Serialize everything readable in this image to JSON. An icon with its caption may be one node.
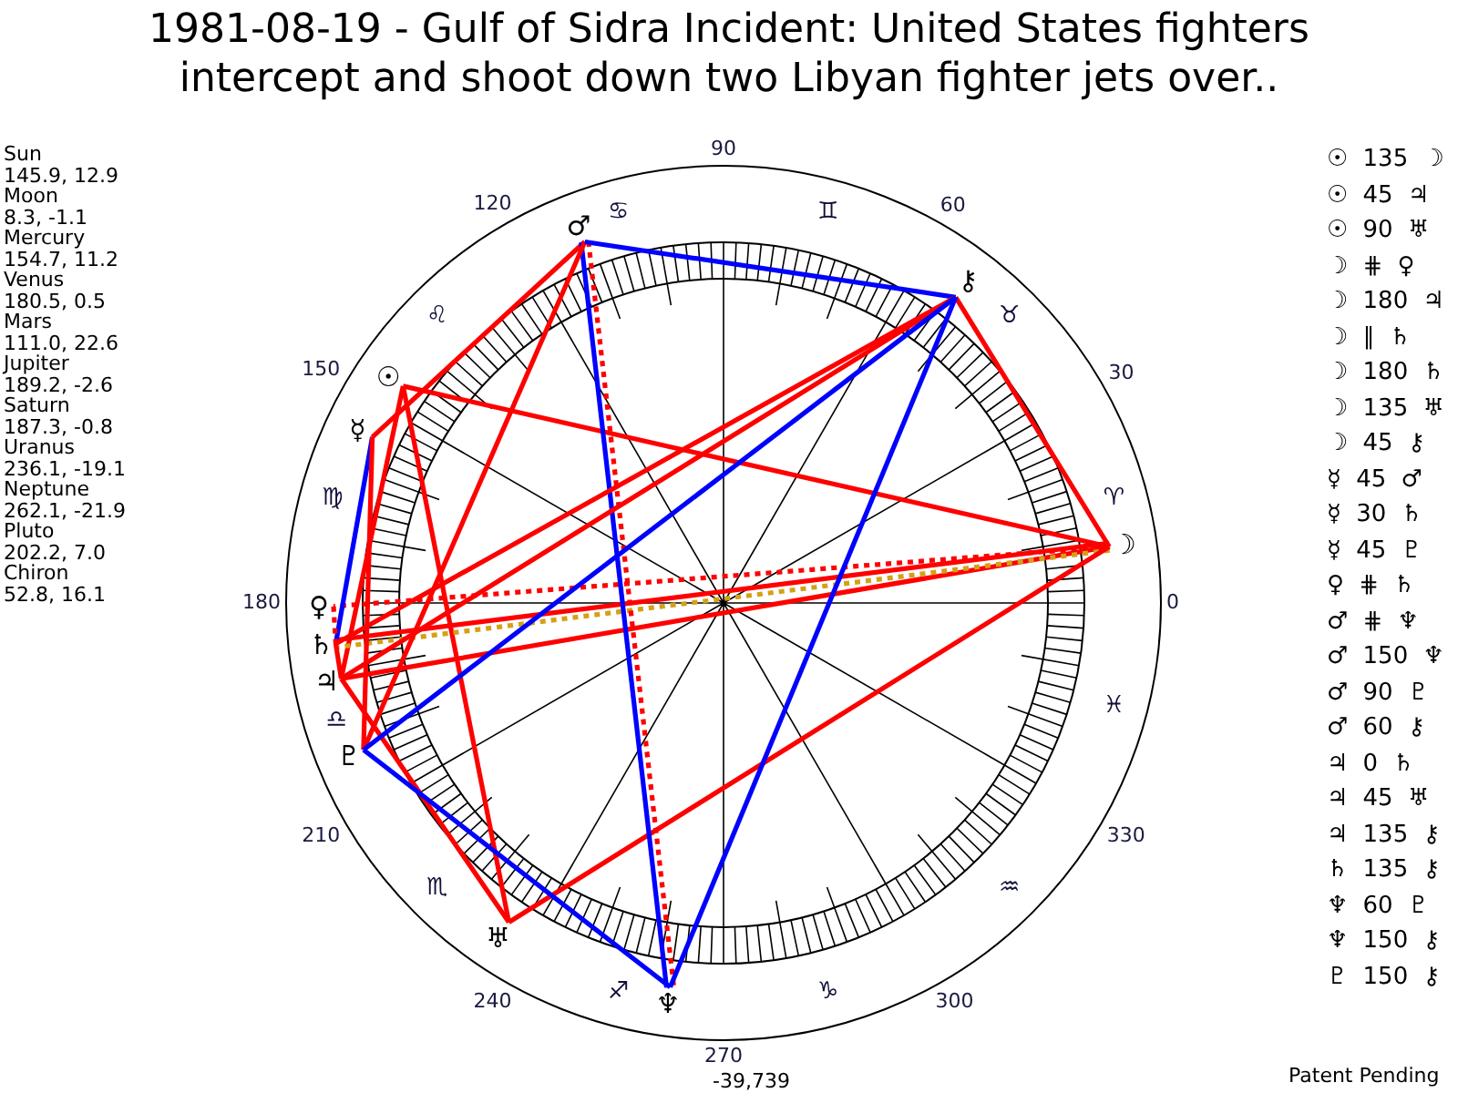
{
  "diagram": {
    "title": "1981-08-19 - Gulf of Sidra Incident: United States fighters intercept and shoot down two Libyan fighter jets over..",
    "nodes": [
      {
        "text": [
          "☉"
        ]
      },
      {
        "text": [
          "☽"
        ]
      },
      {
        "text": [
          "☿"
        ]
      },
      {
        "text": [
          "♀"
        ]
      },
      {
        "text": [
          "♂"
        ]
      },
      {
        "text": [
          "♃"
        ]
      },
      {
        "text": [
          "♄"
        ]
      },
      {
        "text": [
          "♅"
        ]
      },
      {
        "text": [
          "♆"
        ]
      },
      {
        "text": [
          "♇"
        ]
      },
      {
        "text": [
          "⚷"
        ]
      }
    ],
    "edges": [
      {
        "from": 0,
        "to": 1,
        "arrow": "none"
      },
      {
        "from": 0,
        "to": 5,
        "arrow": "none"
      },
      {
        "from": 0,
        "to": 7,
        "arrow": "none"
      },
      {
        "from": 1,
        "to": 3,
        "arrow": "none",
        "style": "dashed"
      },
      {
        "from": 1,
        "to": 5,
        "arrow": "none"
      },
      {
        "from": 1,
        "to": 6,
        "arrow": "none",
        "style": "dashed",
        "color": "#d4a017"
      },
      {
        "from": 1,
        "to": 6,
        "arrow": "none"
      },
      {
        "from": 1,
        "to": 7,
        "arrow": "none"
      },
      {
        "from": 1,
        "to": 10,
        "arrow": "none"
      },
      {
        "from": 2,
        "to": 4,
        "arrow": "none"
      },
      {
        "from": 2,
        "to": 6,
        "arrow": "none",
        "color": "#0000ff"
      },
      {
        "from": 2,
        "to": 9,
        "arrow": "none"
      },
      {
        "from": 3,
        "to": 6,
        "arrow": "none",
        "style": "dashed"
      },
      {
        "from": 4,
        "to": 8,
        "arrow": "none",
        "style": "dashed"
      },
      {
        "from": 4,
        "to": 8,
        "arrow": "none",
        "color": "#0000ff"
      },
      {
        "from": 4,
        "to": 9,
        "arrow": "none"
      },
      {
        "from": 4,
        "to": 10,
        "arrow": "none",
        "color": "#0000ff"
      },
      {
        "from": 5,
        "to": 6,
        "arrow": "none"
      },
      {
        "from": 5,
        "to": 7,
        "arrow": "none"
      },
      {
        "from": 5,
        "to": 10,
        "arrow": "none"
      },
      {
        "from": 6,
        "to": 10,
        "arrow": "none"
      },
      {
        "from": 8,
        "to": 9,
        "arrow": "none",
        "color": "#0000ff"
      },
      {
        "from": 8,
        "to": 10,
        "arrow": "none",
        "color": "#0000ff"
      },
      {
        "from": 9,
        "to": 10,
        "arrow": "none",
        "color": "#0000ff"
      }
    ],
    "labels": [
      "Sun",
      "145.9, 12.9",
      "Moon",
      "8.3, -1.1",
      "Mercury",
      "154.7, 11.2",
      "Venus",
      "180.5, 0.5",
      "Mars",
      "111.0, 22.6",
      "Jupiter",
      "189.2, -2.6",
      "Saturn",
      "187.3, -0.8",
      "Uranus",
      "236.1, -19.1",
      "Neptune",
      "262.1, -21.9",
      "Pluto",
      "202.2, 7.0",
      "Chiron",
      "52.8, 16.1",
      "0",
      "30",
      "60",
      "90",
      "120",
      "150",
      "180",
      "210",
      "240",
      "270",
      "300",
      "330",
      "♈",
      "♉",
      "♊",
      "♋",
      "♌",
      "♍",
      "♎",
      "♏",
      "♐",
      "♑",
      "♒",
      "♓",
      "-39,739",
      "☉ 135 ☽",
      "☉ 45 ♃",
      "☉ 90 ♅",
      "☽ ⋕ ♀",
      "☽ 180 ♃",
      "☽ ∥ ♄",
      "☽ 180 ♄",
      "☽ 135 ♅",
      "☽ 45 ⚷",
      "☿ 45 ♂",
      "☿ 30 ♄",
      "☿ 45 ♇",
      "♀ ⋕ ♄",
      "♂ ⋕ ♆",
      "♂ 150 ♆",
      "♂ 90 ♇",
      "♂ 60 ⚷",
      "♃ 0 ♄",
      "♃ 45 ♅",
      "♃ 135 ⚷",
      "♄ 135 ⚷",
      "♆ 60 ♇",
      "♆ 150 ⚷",
      "♇ 150 ⚷",
      "Patent Pending"
    ]
  }
}
